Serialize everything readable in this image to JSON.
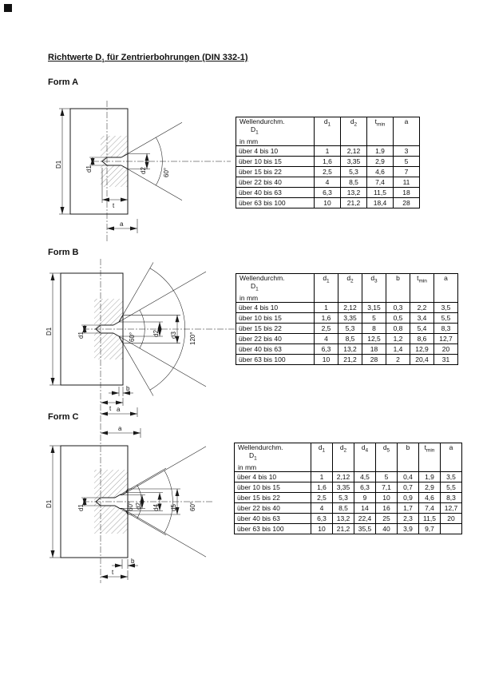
{
  "page": {
    "title_main": "Richtwerte D",
    "title_sub": "1",
    "title_rest": " für Zentrierbohrungen (DIN 332-1)"
  },
  "sections": [
    {
      "heading": "Form A",
      "labels": {
        "D1": "D1",
        "d1": "d1",
        "d2": "d2",
        "t": "t",
        "a": "a",
        "angle1": "60°"
      },
      "table": {
        "first_col": {
          "line1": "Wellendurchm.",
          "line2_main": "D",
          "line2_sub": "1",
          "line3": "in mm"
        },
        "cols": [
          {
            "m": "d",
            "s": "1"
          },
          {
            "m": "d",
            "s": "2"
          },
          {
            "m": "t",
            "s": "min"
          },
          {
            "m": "a",
            "s": ""
          }
        ],
        "rows": [
          {
            "label": "über 4 bis 10",
            "values": [
              "1",
              "2,12",
              "1,9",
              "3"
            ]
          },
          {
            "label": "über 10 bis 15",
            "values": [
              "1,6",
              "3,35",
              "2,9",
              "5"
            ]
          },
          {
            "label": "über 15 bis 22",
            "values": [
              "2,5",
              "5,3",
              "4,6",
              "7"
            ]
          },
          {
            "label": "über 22 bis 40",
            "values": [
              "4",
              "8,5",
              "7,4",
              "11"
            ]
          },
          {
            "label": "über 40 bis 63",
            "values": [
              "6,3",
              "13,2",
              "11,5",
              "18"
            ]
          },
          {
            "label": "über 63 bis 100",
            "values": [
              "10",
              "21,2",
              "18,4",
              "28"
            ]
          }
        ]
      }
    },
    {
      "heading": "Form B",
      "labels": {
        "D1": "D1",
        "d1": "d1",
        "d2": "d2",
        "d3": "d3",
        "t": "t",
        "a": "a",
        "b": "b",
        "angle1": "60°",
        "angle2": "120°"
      },
      "table": {
        "first_col": {
          "line1": "Wellendurchm.",
          "line2_main": "D",
          "line2_sub": "1",
          "line3": "in mm"
        },
        "cols": [
          {
            "m": "d",
            "s": "1"
          },
          {
            "m": "d",
            "s": "2"
          },
          {
            "m": "d",
            "s": "3"
          },
          {
            "m": "b",
            "s": ""
          },
          {
            "m": "t",
            "s": "min"
          },
          {
            "m": "a",
            "s": ""
          }
        ],
        "rows": [
          {
            "label": "über 4 bis 10",
            "values": [
              "1",
              "2,12",
              "3,15",
              "0,3",
              "2,2",
              "3,5"
            ]
          },
          {
            "label": "über 10 bis 15",
            "values": [
              "1,6",
              "3,35",
              "5",
              "0,5",
              "3,4",
              "5,5"
            ]
          },
          {
            "label": "über 15 bis 22",
            "values": [
              "2,5",
              "5,3",
              "8",
              "0,8",
              "5,4",
              "8,3"
            ]
          },
          {
            "label": "über 22 bis 40",
            "values": [
              "4",
              "8,5",
              "12,5",
              "1,2",
              "8,6",
              "12,7"
            ]
          },
          {
            "label": "über 40 bis 63",
            "values": [
              "6,3",
              "13,2",
              "18",
              "1,4",
              "12,9",
              "20"
            ]
          },
          {
            "label": "über 63 bis 100",
            "values": [
              "10",
              "21,2",
              "28",
              "2",
              "20,4",
              "31"
            ]
          }
        ]
      }
    },
    {
      "heading": "Form C",
      "labels": {
        "D1": "D1",
        "d1": "d1",
        "d2": "d2",
        "d4": "d4",
        "d5": "d5",
        "t": "t",
        "a": "a",
        "b": "b",
        "angle1": "60°",
        "angle2": "60°"
      },
      "table": {
        "first_col": {
          "line1": "Wellendurchm.",
          "line2_main": "D",
          "line2_sub": "1",
          "line3": "in mm"
        },
        "cols": [
          {
            "m": "d",
            "s": "1"
          },
          {
            "m": "d",
            "s": "2"
          },
          {
            "m": "d",
            "s": "4"
          },
          {
            "m": "d",
            "s": "5"
          },
          {
            "m": "b",
            "s": ""
          },
          {
            "m": "t",
            "s": "min"
          },
          {
            "m": "a",
            "s": ""
          }
        ],
        "rows": [
          {
            "label": "über 4 bis 10",
            "values": [
              "1",
              "2,12",
              "4,5",
              "5",
              "0,4",
              "1,9",
              "3,5"
            ]
          },
          {
            "label": "über 10 bis 15",
            "values": [
              "1,6",
              "3,35",
              "6,3",
              "7,1",
              "0,7",
              "2,9",
              "5,5"
            ]
          },
          {
            "label": "über 15 bis 22",
            "values": [
              "2,5",
              "5,3",
              "9",
              "10",
              "0,9",
              "4,6",
              "8,3"
            ]
          },
          {
            "label": "über 22 bis 40",
            "values": [
              "4",
              "8,5",
              "14",
              "16",
              "1,7",
              "7,4",
              "12,7"
            ]
          },
          {
            "label": "über 40 bis 63",
            "values": [
              "6,3",
              "13,2",
              "22,4",
              "25",
              "2,3",
              "11,5",
              "20"
            ]
          },
          {
            "label": "über 63 bis 100",
            "values": [
              "10",
              "21,2",
              "35,5",
              "40",
              "3,9",
              "9,7",
              ""
            ]
          }
        ]
      }
    }
  ]
}
